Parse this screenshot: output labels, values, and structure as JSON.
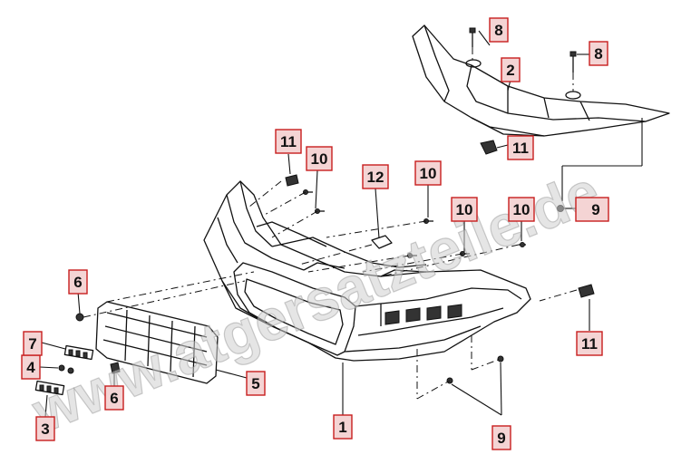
{
  "watermark": "www.atgersatzteile.de",
  "callouts": {
    "c1": "1",
    "c2": "2",
    "c3": "3",
    "c4": "4",
    "c5": "5",
    "c6a": "6",
    "c6b": "6",
    "c7": "7",
    "c8a": "8",
    "c8b": "8",
    "c9a": "9",
    "c9b": "9",
    "c10a": "10",
    "c10b": "10",
    "c10c": "10",
    "c10d": "10",
    "c11a": "11",
    "c11b": "11",
    "c11c": "11",
    "c12": "12"
  },
  "colors": {
    "callout_border": "#c81e1e",
    "callout_fill": "#f4d4d4",
    "line": "#111111"
  }
}
